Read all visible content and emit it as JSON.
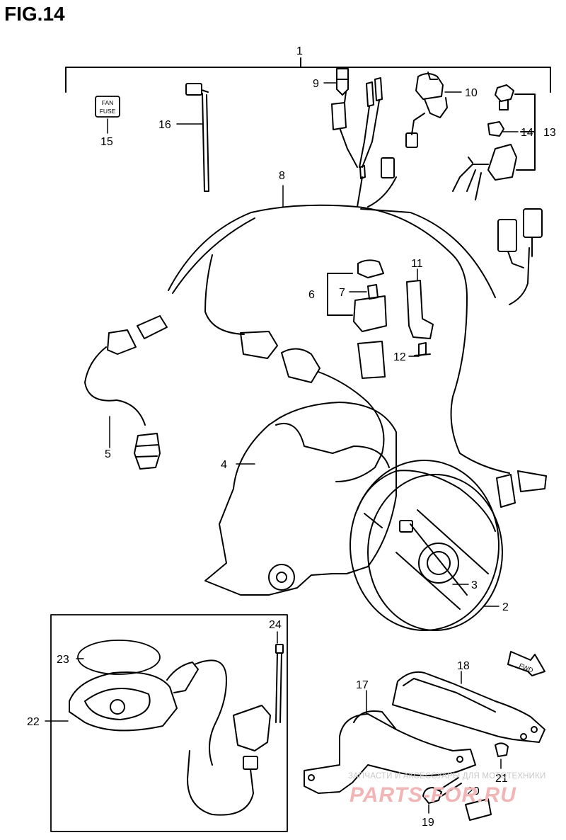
{
  "figure": {
    "title": "FIG.14"
  },
  "fuse_label": {
    "line1": "FAN",
    "line2": "FUSE"
  },
  "fwd_label": "FWD",
  "part_labels": [
    {
      "id": "label-1",
      "text": "1"
    },
    {
      "id": "label-2",
      "text": "2"
    },
    {
      "id": "label-3",
      "text": "3"
    },
    {
      "id": "label-4",
      "text": "4"
    },
    {
      "id": "label-5",
      "text": "5"
    },
    {
      "id": "label-6",
      "text": "6"
    },
    {
      "id": "label-7",
      "text": "7"
    },
    {
      "id": "label-8",
      "text": "8"
    },
    {
      "id": "label-9",
      "text": "9"
    },
    {
      "id": "label-10",
      "text": "10"
    },
    {
      "id": "label-11",
      "text": "11"
    },
    {
      "id": "label-12",
      "text": "12"
    },
    {
      "id": "label-13",
      "text": "13"
    },
    {
      "id": "label-14",
      "text": "14"
    },
    {
      "id": "label-15",
      "text": "15"
    },
    {
      "id": "label-16",
      "text": "16"
    },
    {
      "id": "label-17",
      "text": "17"
    },
    {
      "id": "label-18",
      "text": "18"
    },
    {
      "id": "label-19",
      "text": "19"
    },
    {
      "id": "label-20",
      "text": "20"
    },
    {
      "id": "label-21",
      "text": "21"
    },
    {
      "id": "label-22",
      "text": "22"
    },
    {
      "id": "label-23",
      "text": "23"
    },
    {
      "id": "label-24",
      "text": "24"
    }
  ],
  "watermark": {
    "text": "ЗАПЧАСТИ И АКСЕССУАРЫ ДЛЯ МОТОТЕХНИКИ",
    "logo": "PARTS-FOR.RU"
  }
}
